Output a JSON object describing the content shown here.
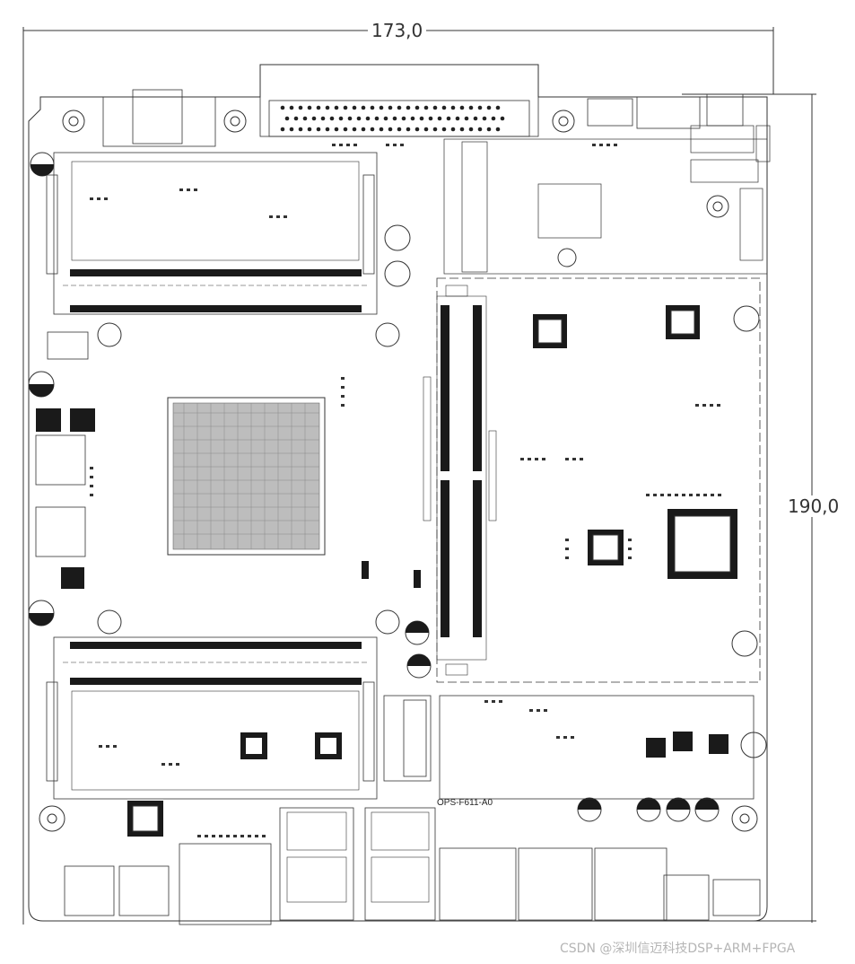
{
  "dimensions": {
    "width_label": "173,0",
    "height_label": "190,0"
  },
  "board": {
    "model_label": "OPS-F611-A0"
  },
  "watermark": {
    "text": "CSDN @深圳信迈科技DSP+ARM+FPGA"
  },
  "colors": {
    "line": "#333333",
    "dark_component": "#1a1a1a",
    "background": "#ffffff",
    "watermark": "#b5b5b5"
  }
}
